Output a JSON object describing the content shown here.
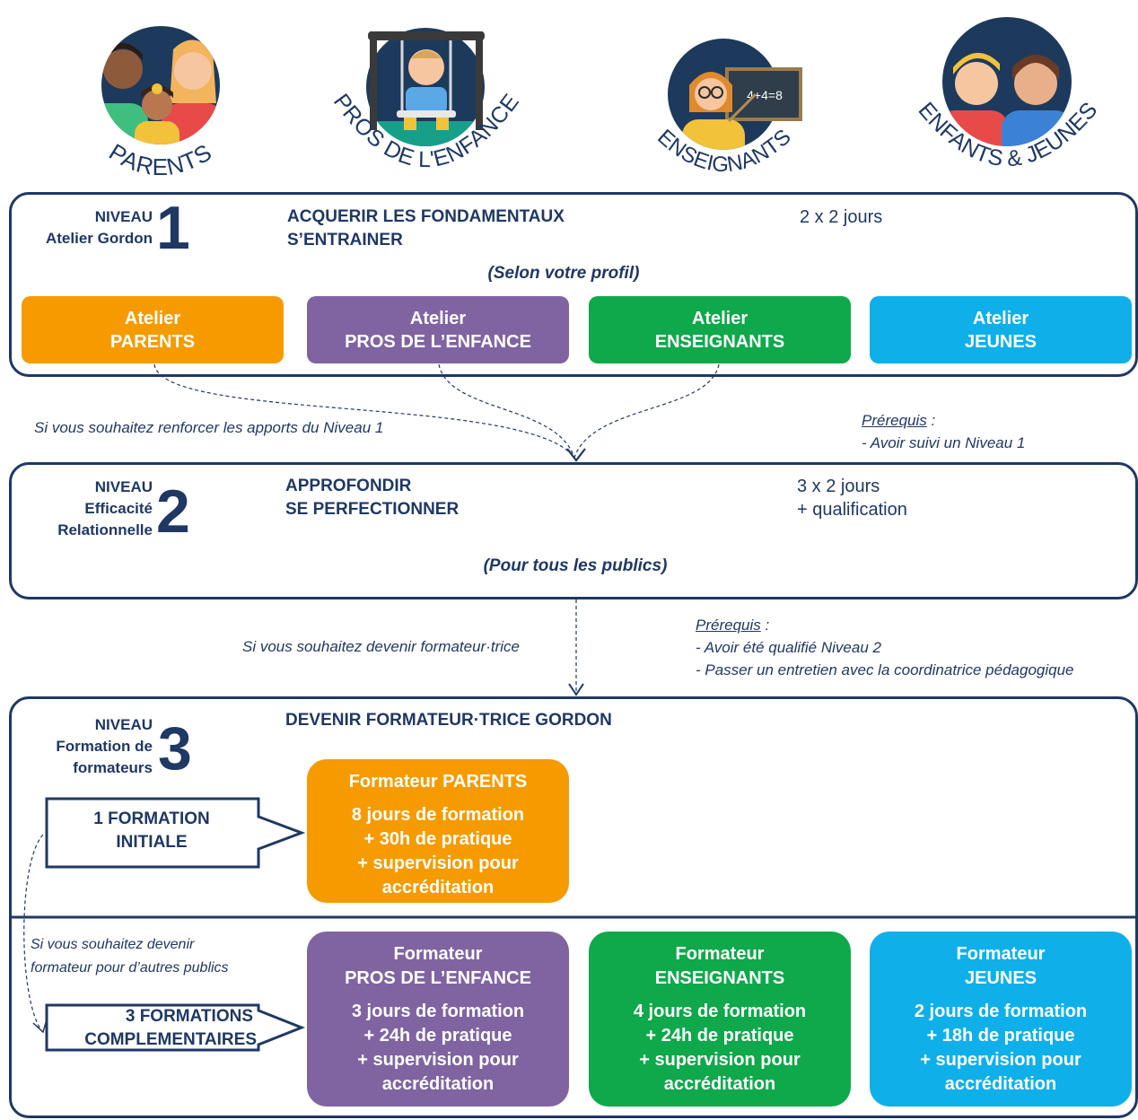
{
  "colors": {
    "navy": "#1f3864",
    "orange": "#f59b00",
    "purple": "#8064a2",
    "green": "#0fa84b",
    "blue": "#0fb0ea",
    "icon_bg": "#1d3a5c"
  },
  "audiences": [
    {
      "label": "PARENTS",
      "icon": "family-icon"
    },
    {
      "label": "PROS DE L'ENFANCE",
      "icon": "baby-swing-icon"
    },
    {
      "label": "ENSEIGNANTS",
      "icon": "teacher-icon"
    },
    {
      "label": "ENFANTS & JEUNES",
      "icon": "kids-icon"
    }
  ],
  "level1": {
    "title": "NIVEAU",
    "subtitle": "Atelier Gordon",
    "number": "1",
    "head_line1": "ACQUERIR LES FONDAMENTAUX",
    "head_line2": "S’ENTRAINER",
    "duration": "2 x 2 jours",
    "profil": "(Selon votre profil)",
    "ateliers": [
      {
        "line1": "Atelier",
        "line2": "PARENTS"
      },
      {
        "line1": "Atelier",
        "line2": "PROS DE L’ENFANCE"
      },
      {
        "line1": "Atelier",
        "line2": "ENSEIGNANTS"
      },
      {
        "line1": "Atelier",
        "line2": "JEUNES"
      }
    ]
  },
  "transition1": {
    "note": "Si vous souhaitez renforcer les apports du Niveau 1",
    "prereq_title": "Prérequis",
    "prereq_colon": " :",
    "prereq_items": [
      "- Avoir suivi un Niveau 1"
    ]
  },
  "level2": {
    "title": "NIVEAU",
    "sub1": "Efficacité",
    "sub2": "Relationnelle",
    "number": "2",
    "head_line1": "APPROFONDIR",
    "head_line2": "SE PERFECTIONNER",
    "duration_line1": "3 x 2 jours",
    "duration_line2": "+ qualification",
    "publics": "(Pour tous les publics)"
  },
  "transition2": {
    "note": "Si vous souhaitez devenir formateur·trice",
    "prereq_title": "Prérequis",
    "prereq_colon": " :",
    "prereq_items": [
      "- Avoir été qualifié Niveau 2",
      "- Passer un entretien avec la coordinatrice pédagogique"
    ]
  },
  "level3": {
    "title": "NIVEAU",
    "sub1": "Formation de",
    "sub2": "formateurs",
    "number": "3",
    "head": "DEVENIR FORMATEUR·TRICE GORDON",
    "initial_line1": "1 FORMATION",
    "initial_line2": "INITIALE",
    "compl_line1": "3 FORMATIONS",
    "compl_line2": "COMPLEMENTAIRES",
    "compl_note_line1": "Si vous souhaitez devenir",
    "compl_note_line2": "formateur pour d’autres publics",
    "parents": {
      "title": "Formateur PARENTS",
      "lines": [
        "8 jours de formation",
        "+ 30h de pratique",
        "+ supervision pour",
        "accréditation"
      ]
    },
    "pros": {
      "title1": "Formateur",
      "title2": "PROS DE L’ENFANCE",
      "lines": [
        "3 jours de formation",
        "+ 24h de pratique",
        "+ supervision pour",
        "accréditation"
      ]
    },
    "enseignants": {
      "title1": "Formateur",
      "title2": "ENSEIGNANTS",
      "lines": [
        "4 jours de formation",
        "+ 24h de pratique",
        "+ supervision pour",
        "accréditation"
      ]
    },
    "jeunes": {
      "title1": "Formateur",
      "title2": "JEUNES",
      "lines": [
        "2 jours de formation",
        "+ 18h de pratique",
        "+ supervision pour",
        "accréditation"
      ]
    }
  }
}
